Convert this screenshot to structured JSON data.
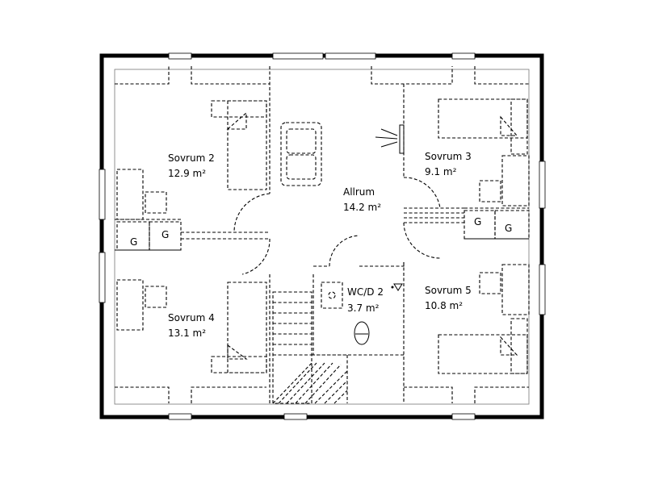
{
  "rooms": [
    {
      "id": "sovrum2",
      "name": "Sovrum 2",
      "area": "12.9 m²"
    },
    {
      "id": "sovrum3",
      "name": "Sovrum 3",
      "area": "9.1 m²"
    },
    {
      "id": "allrum",
      "name": "Allrum",
      "area": "14.2 m²"
    },
    {
      "id": "wcd2",
      "name": "WC/D 2",
      "area": "3.7 m²"
    },
    {
      "id": "sovrum4",
      "name": "Sovrum 4",
      "area": "13.1 m²"
    },
    {
      "id": "sovrum5",
      "name": "Sovrum 5",
      "area": "10.8 m²"
    }
  ],
  "storage_label": "G",
  "colors": {
    "wall": "#000000",
    "background": "#ffffff",
    "line": "#000000"
  }
}
